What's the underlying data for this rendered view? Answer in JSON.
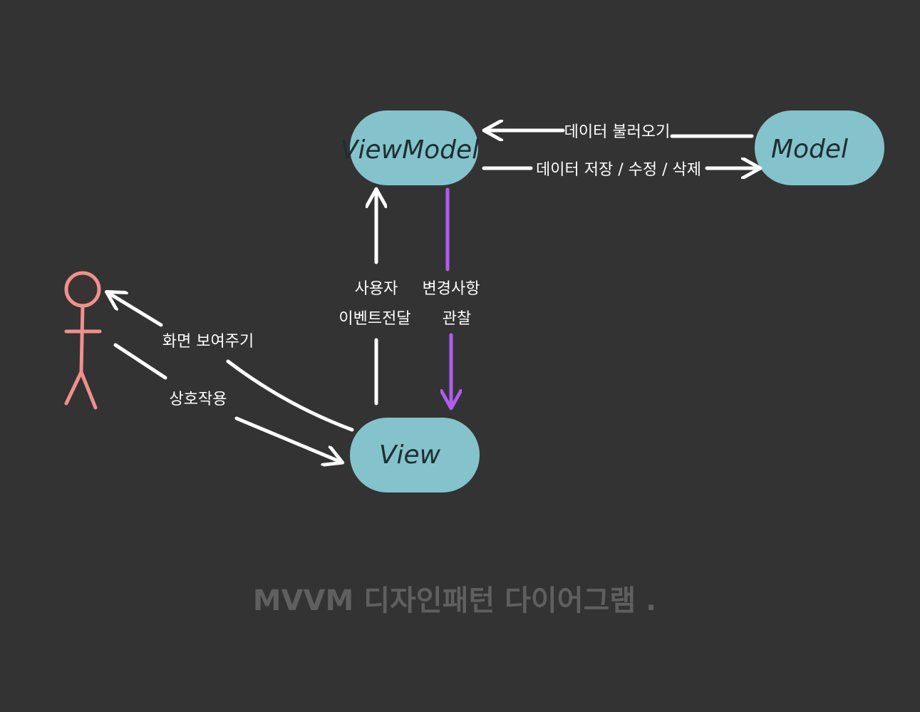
{
  "colors": {
    "background": "#333333",
    "node_fill": "#84c3cb",
    "arrow_white": "#ffffff",
    "arrow_purple": "#b05cf0",
    "actor": "#f0908c",
    "actor_head_fill": "#3a3333",
    "caption": "#5f5f5f"
  },
  "nodes": {
    "viewmodel": {
      "label": "ViewModel"
    },
    "model": {
      "label": "Model"
    },
    "view": {
      "label": "View"
    }
  },
  "edges": {
    "model_to_viewmodel": {
      "label": "데이터 불러오기"
    },
    "viewmodel_to_model": {
      "label": "데이터 저장 / 수정 / 삭제"
    },
    "view_to_viewmodel": {
      "label_line1": "사용자",
      "label_line2": "이벤트전달"
    },
    "viewmodel_to_view": {
      "label_line1": "변경사항",
      "label_line2": "관찰"
    },
    "view_to_user": {
      "label": "화면 보여주기"
    },
    "user_to_view": {
      "label": "상호작용"
    }
  },
  "actor": {
    "icon": "stick-figure-icon"
  },
  "caption": {
    "text": "MVVM 디자인패턴 다이어그램 ."
  }
}
